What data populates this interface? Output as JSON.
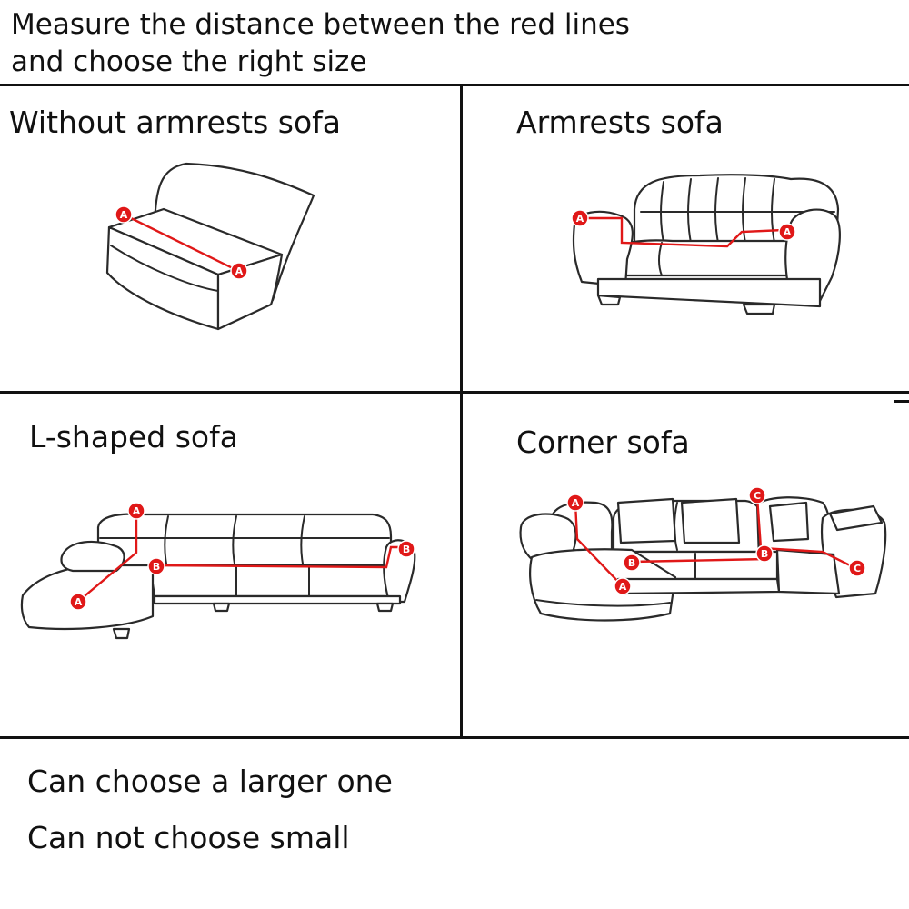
{
  "header": {
    "line1": "Measure the distance between the red lines",
    "line2": "and choose the right size"
  },
  "panels": {
    "without_armrests": {
      "title": "Without armrests sofa"
    },
    "armrests": {
      "title": "Armrests sofa"
    },
    "l_shaped": {
      "title": "L-shaped sofa"
    },
    "corner": {
      "title": "Corner sofa"
    }
  },
  "markers": {
    "a": "A",
    "b": "B",
    "c": "C"
  },
  "notes": {
    "line1": "Can choose a larger one",
    "line2": "Can not choose small"
  },
  "colors": {
    "measure_line": "#e01818",
    "outline": "#2a2a2a",
    "grid": "#111111"
  }
}
